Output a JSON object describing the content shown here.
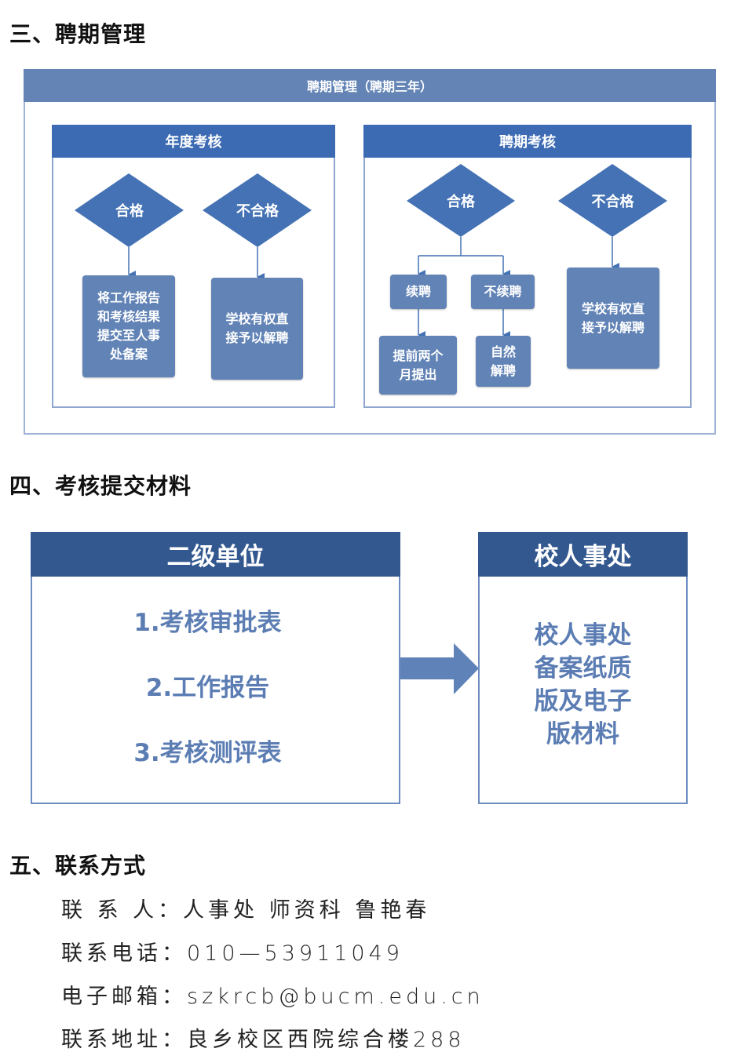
{
  "section3": {
    "title": "三、聘期管理",
    "outer_title": "聘期管理（聘期三年）",
    "annual": {
      "title": "年度考核",
      "pass": "合格",
      "fail": "不合格",
      "pass_box": [
        "将工作报告",
        "和考核结果",
        "提交至人事",
        "处备案"
      ],
      "fail_box": [
        "学校有权直",
        "接予以解聘"
      ]
    },
    "term": {
      "title": "聘期考核",
      "pass": "合格",
      "fail": "不合格",
      "renew": "续聘",
      "no_renew": "不续聘",
      "renew_box": [
        "提前两个",
        "月提出"
      ],
      "no_renew_box": [
        "自然",
        "解聘"
      ],
      "fail_box": [
        "学校有权直",
        "接予以解聘"
      ]
    }
  },
  "section4": {
    "title": "四、考核提交材料",
    "left_title": "二级单位",
    "items": [
      "1.考核审批表",
      "2.工作报告",
      "3.考核测评表"
    ],
    "right_title": "校人事处",
    "right_text": [
      "校人事处",
      "备案纸质",
      "版及电子",
      "版材料"
    ]
  },
  "section5": {
    "title": "五、联系方式",
    "lines": [
      "联 系 人：人事处 师资科 鲁艳春",
      "联系电话：010—53911049",
      "电子邮箱：szkrcb@bucm.edu.cn",
      "联系地址：良乡校区西院综合楼288"
    ]
  },
  "colors": {
    "outer_header": "#6384b5",
    "panel_header": "#3d6bb3",
    "diamond": "#4472b4",
    "box": "#6183b6",
    "dark_header": "#33588f",
    "text_blue": "#5b7db3"
  }
}
